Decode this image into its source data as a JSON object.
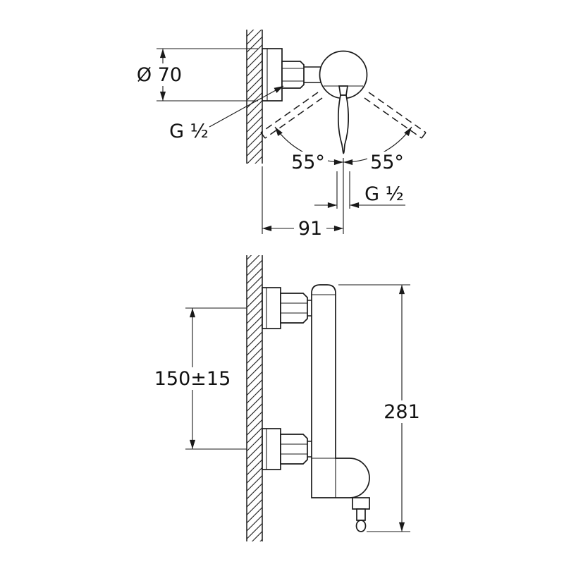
{
  "colors": {
    "line": "#1a1a1a",
    "background": "#ffffff"
  },
  "top_view": {
    "diameter": "Ø 70",
    "inlet_thread": "G ½",
    "angle_left": "55°",
    "angle_right": "55°",
    "outlet_thread": "G ½",
    "projection": "91"
  },
  "front_view": {
    "connection_spacing": "150±15",
    "total_height": "281"
  }
}
